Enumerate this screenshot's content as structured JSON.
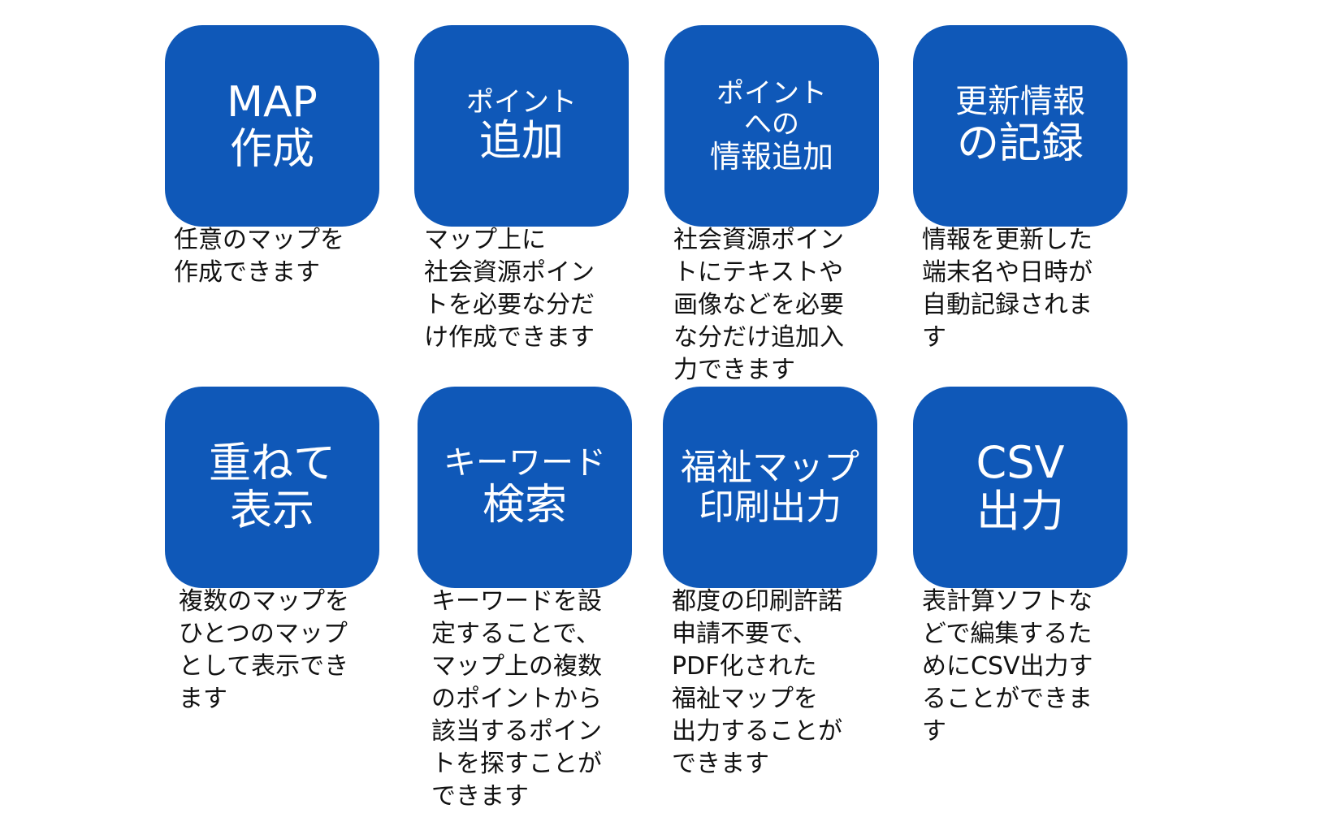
{
  "colors": {
    "tile_bg": "#0f58b8",
    "tile_text": "#ffffff",
    "desc_text": "#111111"
  },
  "features": [
    {
      "title_lines": [
        "MAP",
        "作成"
      ],
      "desc": "任意のマップを\n作成できます"
    },
    {
      "title_lines": [
        "ポイント",
        "追加"
      ],
      "desc": "マップ上に\n社会資源ポイン\nトを必要な分だ\nけ作成できます"
    },
    {
      "title_lines": [
        "ポイント",
        "への",
        "情報追加"
      ],
      "desc": "社会資源ポイン\nトにテキストや\n画像などを必要\nな分だけ追加入\n力できます"
    },
    {
      "title_lines": [
        "更新情報",
        "の記録"
      ],
      "desc": "情報を更新した\n端末名や日時が\n自動記録されま\nす"
    },
    {
      "title_lines": [
        "重ねて",
        "表示"
      ],
      "desc": "複数のマップを\nひとつのマップ\nとして表示でき\nます"
    },
    {
      "title_lines": [
        "キーワード",
        "検索"
      ],
      "desc": "キーワードを設\n定することで、\nマップ上の複数\nのポイントから\n該当するポイン\nトを探すことが\nできます"
    },
    {
      "title_lines": [
        "福祉マップ",
        "印刷出力"
      ],
      "desc": "都度の印刷許諾\n申請不要で、\nPDF化された\n福祉マップを\n出力することが\nできます"
    },
    {
      "title_lines": [
        "CSV",
        "出力"
      ],
      "desc": "表計算ソフトな\nどで編集するた\nめにCSV出力す\nることができま\nす"
    }
  ]
}
